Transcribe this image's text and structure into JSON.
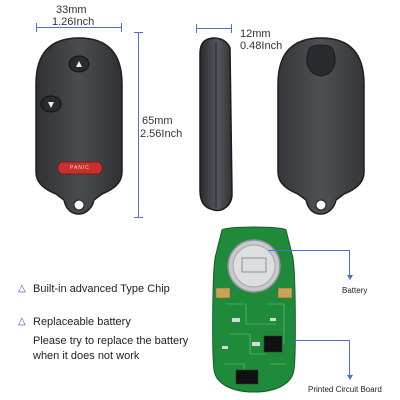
{
  "dimensions": {
    "width_mm": "33mm",
    "width_inch": "1.26Inch",
    "height_mm": "65mm",
    "height_inch": "2.56Inch",
    "thickness_mm": "12mm",
    "thickness_inch": "0.48Inch"
  },
  "features": [
    {
      "title": "Built-in advanced Type Chip"
    },
    {
      "title": "Replaceable battery",
      "detail_line1": "Please try to replace the battery",
      "detail_line2": "when it does not work"
    }
  ],
  "pcb": {
    "battery_label": "Battery",
    "board_label": "Printed Circuit Board"
  },
  "remote": {
    "panic_label": "PANIC"
  },
  "colors": {
    "accent": "#4a6fd8",
    "remote_body": "#3d3f42",
    "panic_button": "#c8302e",
    "pcb_green": "#1f8a3a"
  }
}
